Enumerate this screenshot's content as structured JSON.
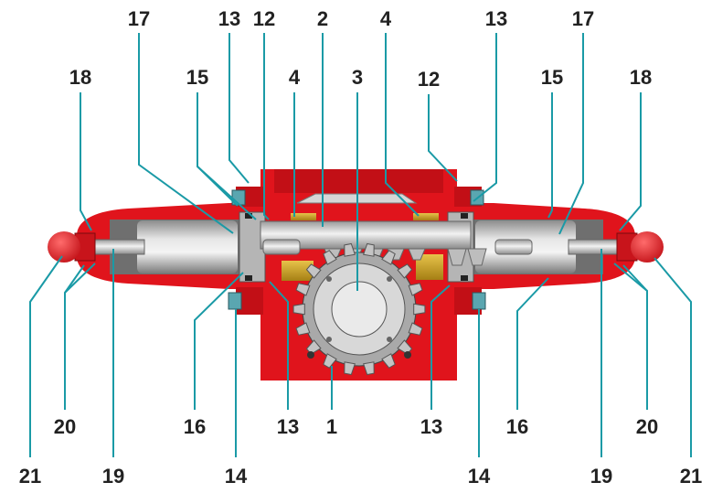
{
  "colors": {
    "body_red": "#e0141c",
    "body_red_dark": "#b20c12",
    "steel_light": "#dcdcdc",
    "steel_dark": "#8a8a8a",
    "brass": "#c9a227",
    "leader_teal": "#1a9aa6"
  },
  "labels": {
    "l1": "1",
    "l2": "2",
    "l3": "3",
    "l4a": "4",
    "l4b": "4",
    "l12a": "12",
    "l12b": "12",
    "l13a": "13",
    "l13b": "13",
    "l13c": "13",
    "l13d": "13",
    "l14a": "14",
    "l14b": "14",
    "l15a": "15",
    "l15b": "15",
    "l16a": "16",
    "l16b": "16",
    "l17a": "17",
    "l17b": "17",
    "l18a": "18",
    "l18b": "18",
    "l19a": "19",
    "l19b": "19",
    "l20a": "20",
    "l20b": "20",
    "l21a": "21",
    "l21b": "21"
  }
}
